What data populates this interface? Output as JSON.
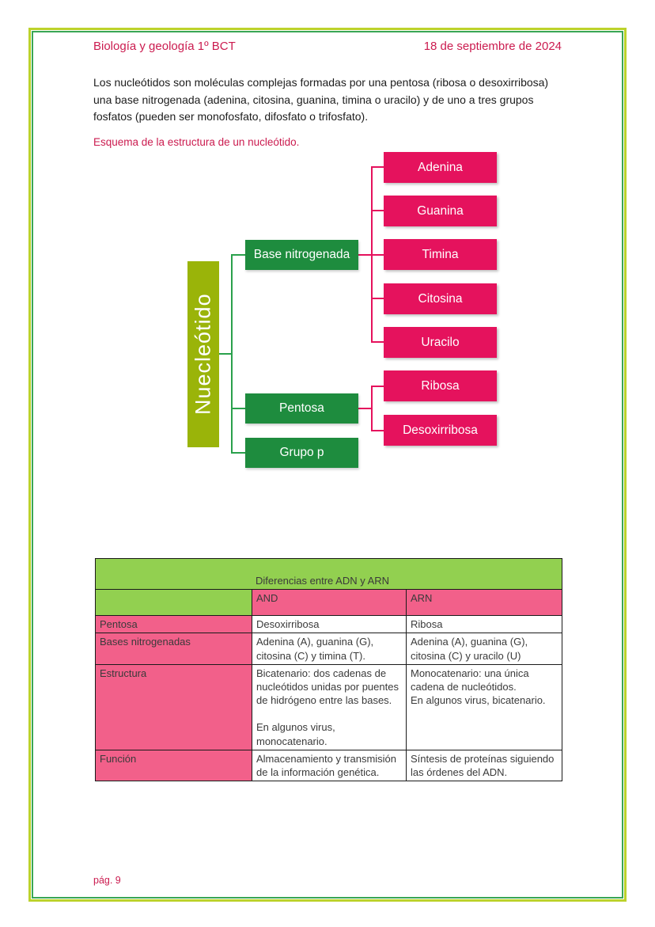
{
  "colors": {
    "frame_outer": "#bcd22b",
    "frame_inner": "#3aa655",
    "crimson_text": "#cb1b4f",
    "root_box": "#9ab409",
    "branch_box": "#1e8c3e",
    "leaf_box": "#e5125d",
    "table_green": "#92d050",
    "table_pink": "#f2608a"
  },
  "header": {
    "left": "Biología y geología 1º BCT",
    "right": "18 de septiembre de 2024"
  },
  "body": {
    "paragraph": "Los nucleótidos son moléculas complejas formadas por una pentosa (ribosa o desoxirribosa) una base nitrogenada (adenina, citosina, guanina, timina o uracilo) y de uno a tres grupos fosfatos (pueden ser monofosfato, difosfato o trifosfato).",
    "subtitle": "Esquema de la estructura de un nucleótido."
  },
  "diagram": {
    "root": "Nuecleótido",
    "branches": [
      "Base nitrogenada",
      "Pentosa",
      "Grupo p"
    ],
    "leaves": [
      "Adenina",
      "Guanina",
      "Timina",
      "Citosina",
      "Uracilo",
      "Ribosa",
      "Desoxirribosa"
    ]
  },
  "table": {
    "title": "Diferencias entre ADN y ARN",
    "columns": {
      "adn": "AND",
      "arn": "ARN"
    },
    "rows": [
      {
        "label": "Pentosa",
        "adn": "Desoxirribosa",
        "arn": "Ribosa"
      },
      {
        "label": "Bases nitrogenadas",
        "adn": "Adenina (A), guanina (G), citosina (C) y timina (T).",
        "arn": "Adenina (A), guanina (G), citosina (C) y uracilo (U)"
      },
      {
        "label": "Estructura",
        "adn": "Bicatenario: dos cadenas de nucleótidos unidas por puentes de hidrógeno entre las bases.\n\nEn algunos virus, monocatenario.",
        "arn": "Monocatenario: una única cadena de nucleótidos.\nEn algunos virus, bicatenario."
      },
      {
        "label": "Función",
        "adn": "Almacenamiento y transmisión de la información genética.",
        "arn": "Síntesis de proteínas siguiendo las órdenes del ADN."
      }
    ]
  },
  "footer": {
    "page": "pág. 9"
  }
}
